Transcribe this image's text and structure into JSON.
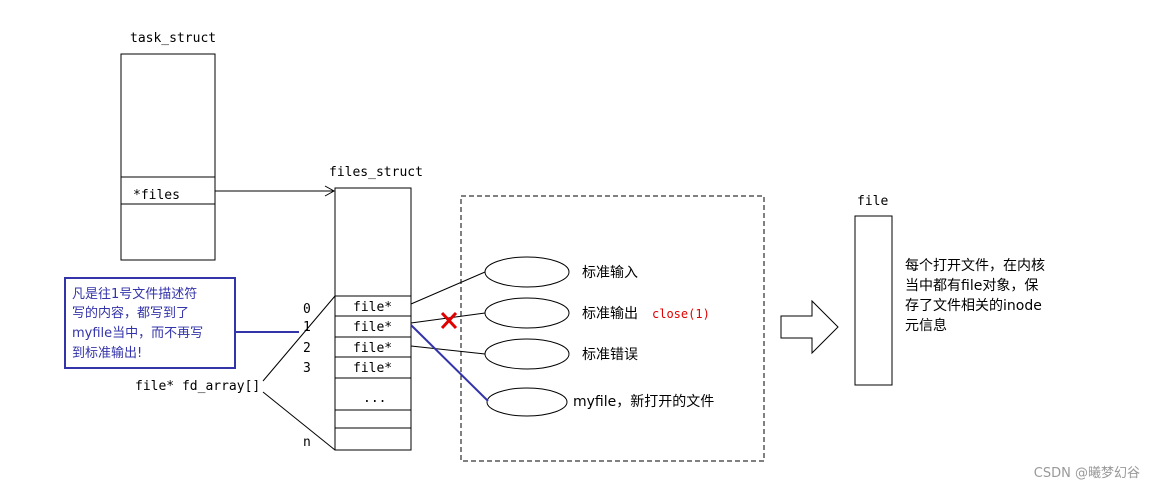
{
  "task_struct": {
    "title": "task_struct",
    "files_field": "*files"
  },
  "files_struct": {
    "title": "files_struct",
    "fd_array_label": "file* fd_array[]",
    "slots": [
      {
        "index": "0",
        "value": "file*"
      },
      {
        "index": "1",
        "value": "file*"
      },
      {
        "index": "2",
        "value": "file*"
      },
      {
        "index": "3",
        "value": "file*"
      }
    ],
    "ellipsis": "...",
    "last_index": "n"
  },
  "files": {
    "stdin": "标准输入",
    "stdout": "标准输出",
    "stdout_note": "close(1)",
    "stderr": "标准错误",
    "myfile": "myfile，新打开的文件"
  },
  "callout": {
    "lines": [
      "凡是往1号文件描述符",
      "写的内容，都写到了",
      "myfile当中，而不再写",
      "到标准输出!"
    ]
  },
  "file_object": {
    "title": "file",
    "desc_lines": [
      "每个打开文件，在内核",
      "当中都有file对象，保",
      "存了文件相关的inode",
      "元信息"
    ]
  },
  "watermark": "CSDN @曦梦幻谷",
  "colors": {
    "line": "#000000",
    "callout_blue": "#3333aa",
    "close_red": "#e00000",
    "watermark_gray": "#999999"
  }
}
